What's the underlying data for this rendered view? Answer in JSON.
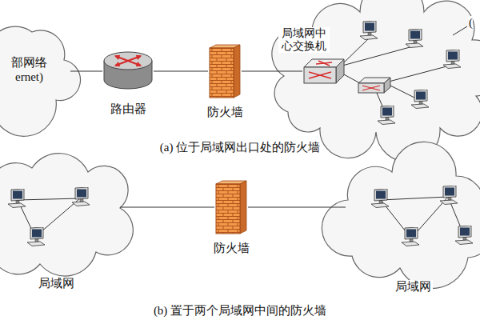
{
  "diagram": {
    "nodes": [
      {
        "text": [
          "部网络 ernet)"
        ]
      },
      {
        "text": [
          "路由器"
        ]
      },
      {
        "text": [
          "防火墙"
        ]
      },
      {
        "text": [
          "局域网中心交换机"
        ]
      },
      {
        "text": [
          "局域网"
        ]
      },
      {
        "text": [
          "防火墙"
        ]
      },
      {
        "text": [
          "局域网"
        ]
      }
    ],
    "edges": [
      {
        "from": 0,
        "to": 1,
        "arrow": "none"
      },
      {
        "from": 1,
        "to": 2,
        "arrow": "none"
      },
      {
        "from": 2,
        "to": 3,
        "arrow": "none"
      },
      {
        "from": 4,
        "to": 5,
        "arrow": "none"
      },
      {
        "from": 5,
        "to": 6,
        "arrow": "none"
      }
    ],
    "labels": [
      "(a) 位于局域网出口处的防火墙",
      "(b) 置于两个局域网中间的防火墙",
      "("
    ]
  }
}
